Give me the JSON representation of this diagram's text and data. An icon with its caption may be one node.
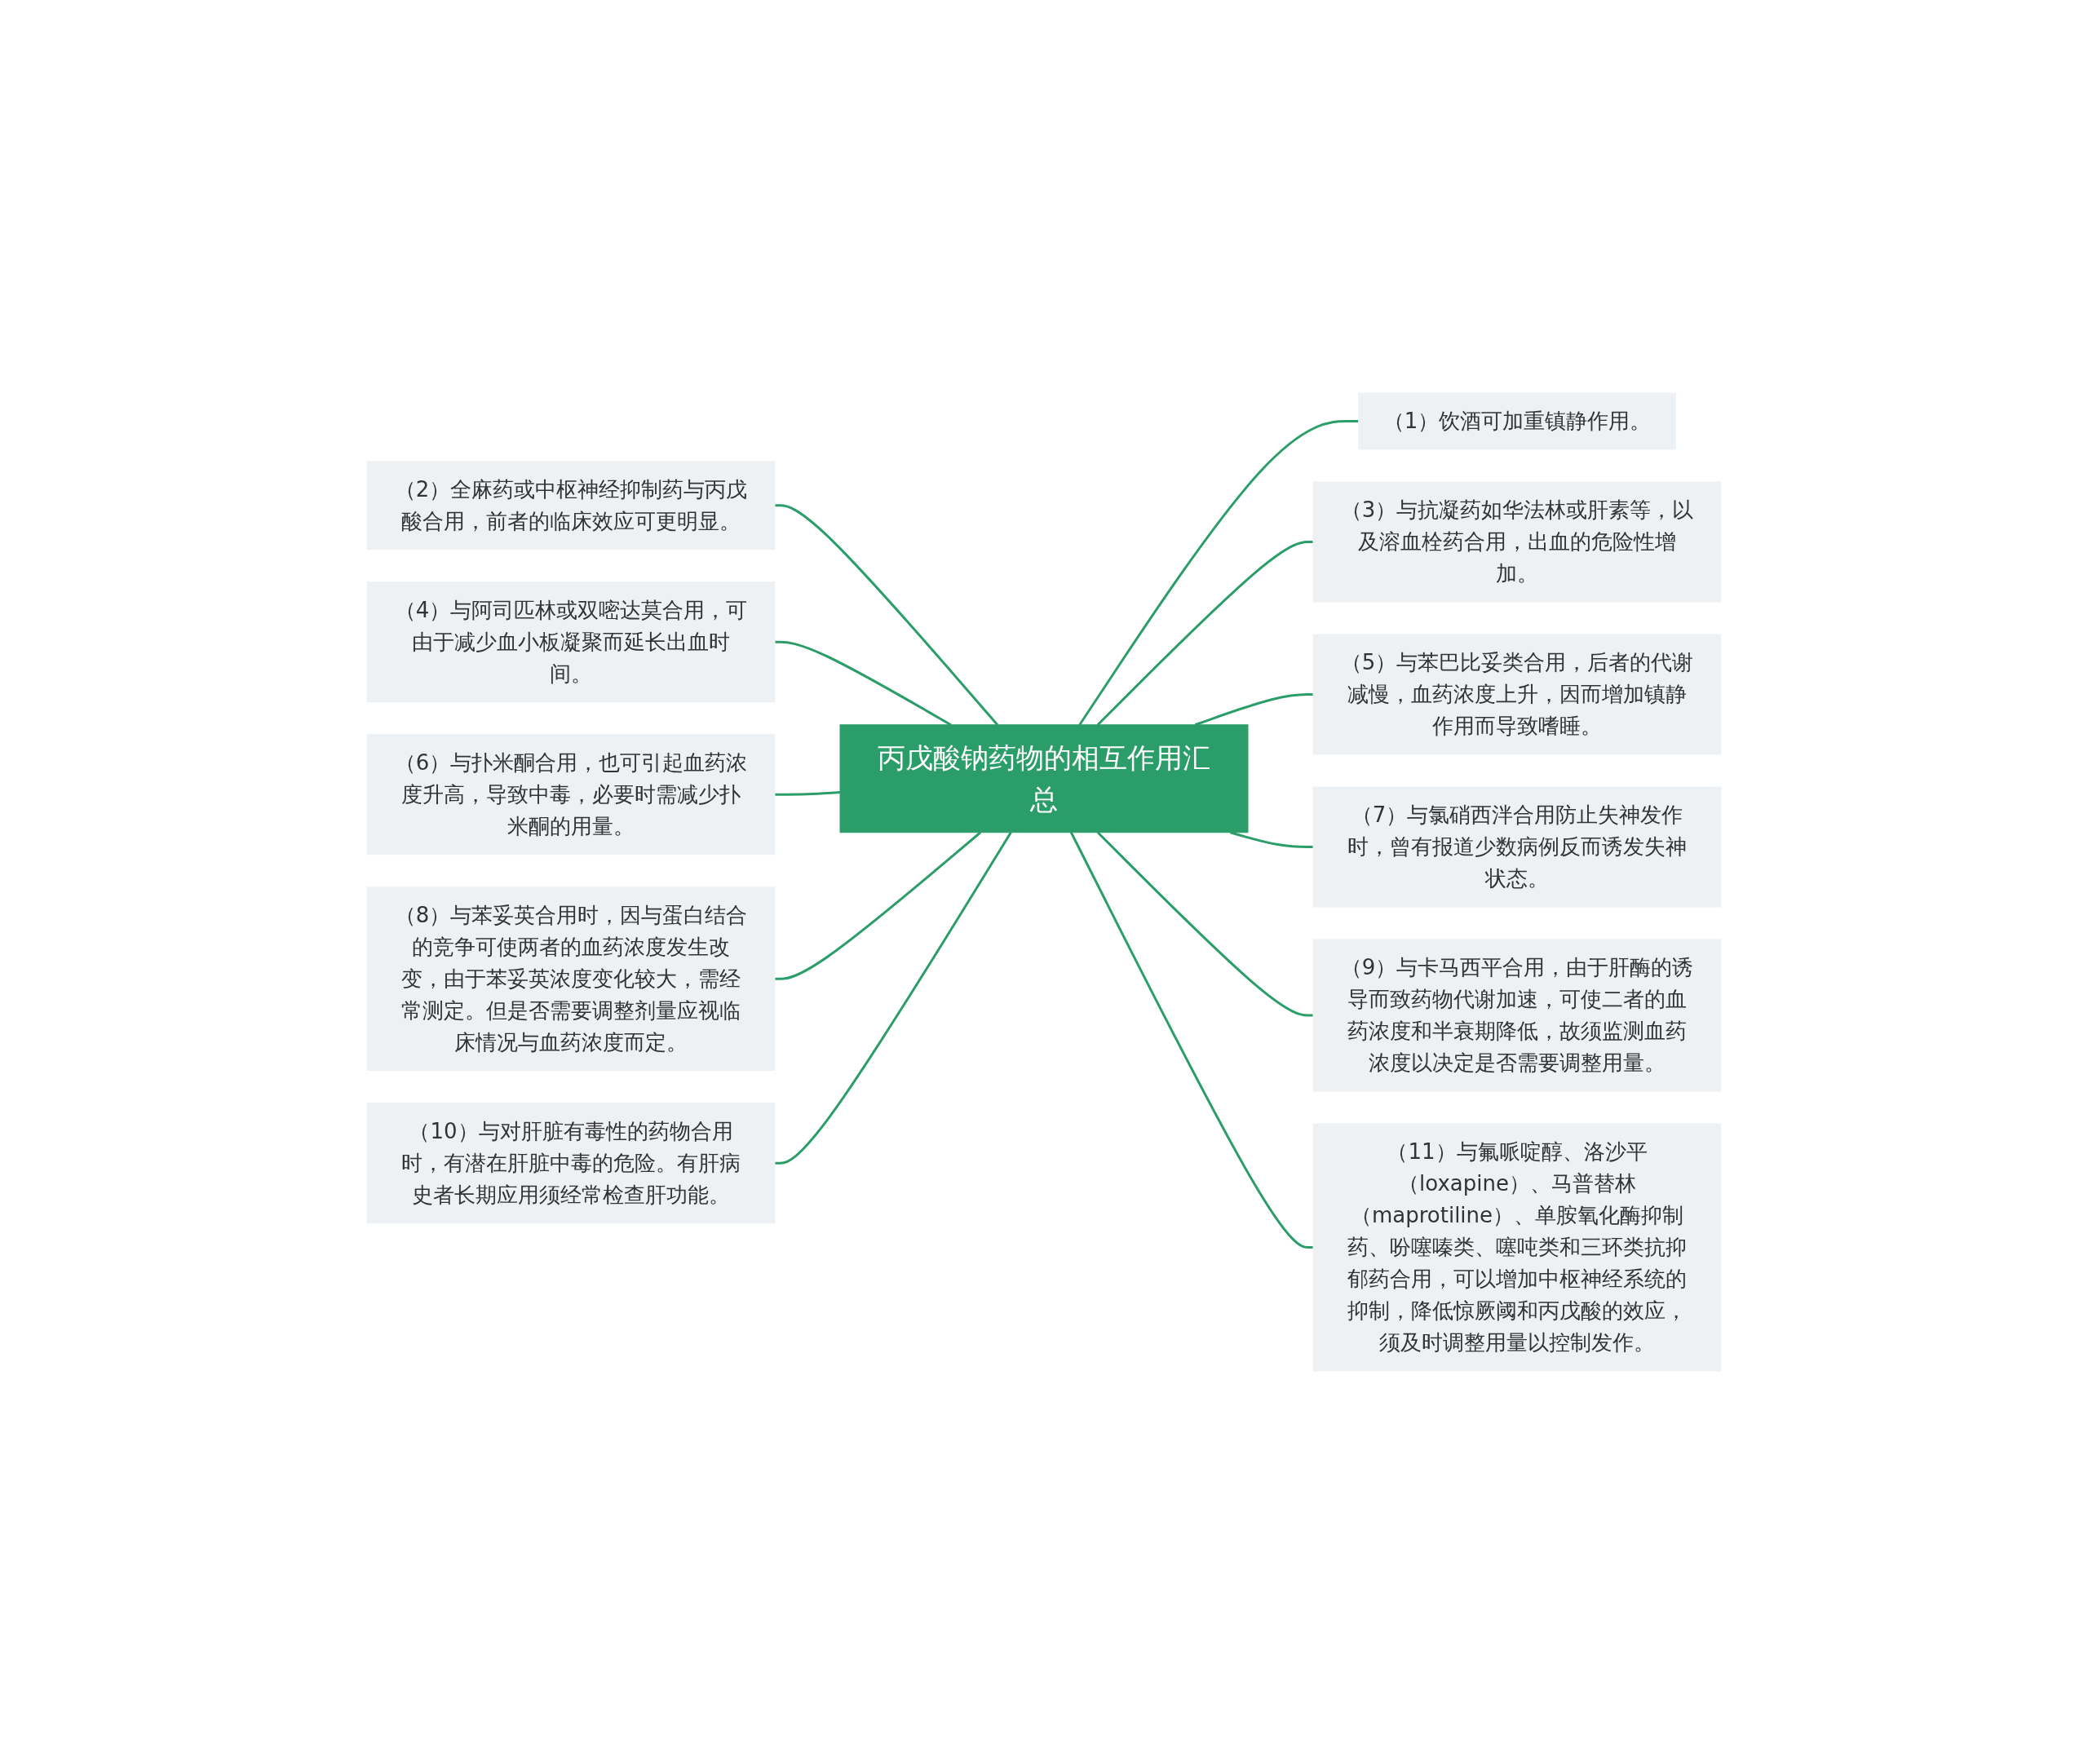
{
  "diagram": {
    "nodes": [
      {
        "text": [
          "丙戊酸钠药物的相互作用汇总"
        ]
      },
      {
        "text": [
          "（1）饮酒可加重镇静作用。"
        ]
      },
      {
        "text": [
          "（2）全麻药或中枢神经抑制药与丙戊酸合用，前者的临床效应可更明显。"
        ]
      },
      {
        "text": [
          "（3）与抗凝药如华法林或肝素等，以及溶血栓药合用，出血的危险性增加。"
        ]
      },
      {
        "text": [
          "（4）与阿司匹林或双嘧达莫合用，可由于减少血小板凝聚而延长出血时间。"
        ]
      },
      {
        "text": [
          "（5）与苯巴比妥类合用，后者的代谢减慢，血药浓度上升，因而增加镇静作用而导致嗜睡。"
        ]
      },
      {
        "text": [
          "（6）与扑米酮合用，也可引起血药浓度升高，导致中毒，必要时需减少扑米酮的用量。"
        ]
      },
      {
        "text": [
          "（7）与氯硝西泮合用防止失神发作时，曾有报道少数病例反而诱发失神状态。"
        ]
      },
      {
        "text": [
          "（8）与苯妥英合用时，因与蛋白结合的竞争可使两者的血药浓度发生改变，由于苯妥英浓度变化较大，需经常测定。但是否需要调整剂量应视临床情况与血药浓度而定。"
        ]
      },
      {
        "text": [
          "（9）与卡马西平合用，由于肝酶的诱导而致药物代谢加速，可使二者的血药浓度和半衰期降低，故须监测血药浓度以决定是否需要调整用量。"
        ]
      },
      {
        "text": [
          "（10）与对肝脏有毒性的药物合用时，有潜在肝脏中毒的危险。有肝病史者长期应用须经常检查肝功能。"
        ]
      },
      {
        "text": [
          "（11）与氟哌啶醇、洛沙平（loxapine）、马普替林（maprotiline）、单胺氧化酶抑制药、吩噻嗪类、噻吨类和三环类抗抑郁药合用，可以增加中枢神经系统的抑制，降低惊厥阈和丙戊酸的效应，须及时调整用量以控制发作。"
        ]
      }
    ],
    "edges": [
      {
        "from": 0,
        "to": 1,
        "arrow": "none"
      },
      {
        "from": 2,
        "to": 0,
        "arrow": "none"
      },
      {
        "from": 0,
        "to": 3,
        "arrow": "none"
      },
      {
        "from": 4,
        "to": 0,
        "arrow": "none"
      },
      {
        "from": 0,
        "to": 5,
        "arrow": "none"
      },
      {
        "from": 6,
        "to": 0,
        "arrow": "none"
      },
      {
        "from": 0,
        "to": 7,
        "arrow": "none"
      },
      {
        "from": 8,
        "to": 0,
        "arrow": "none"
      },
      {
        "from": 0,
        "to": 9,
        "arrow": "none"
      },
      {
        "from": 10,
        "to": 0,
        "arrow": "none"
      },
      {
        "from": 0,
        "to": 11,
        "arrow": "none"
      }
    ]
  }
}
